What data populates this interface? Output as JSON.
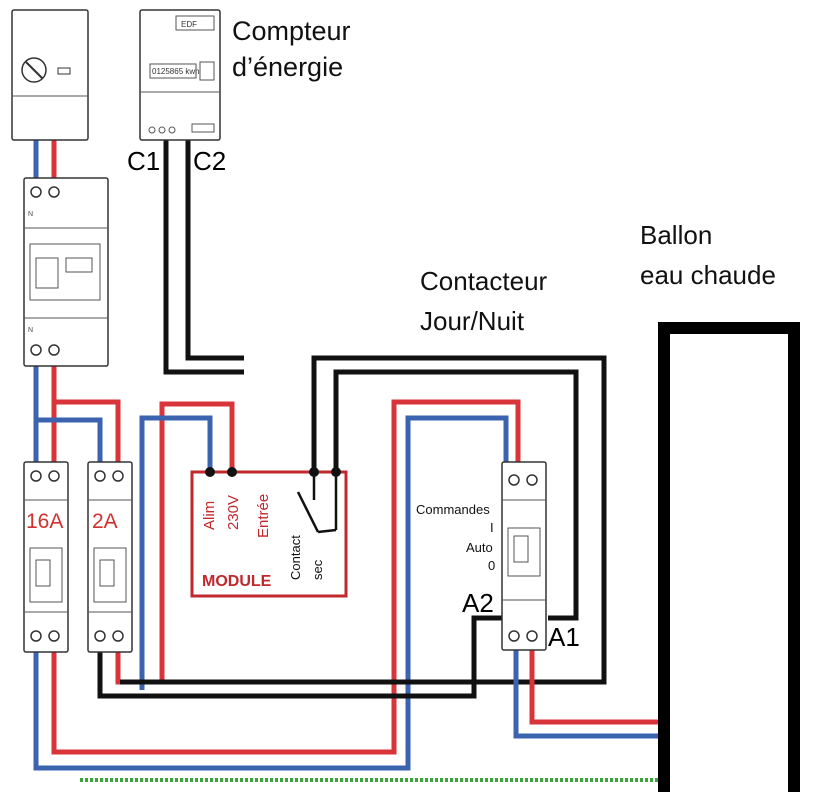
{
  "labels": {
    "meter_title_line1": "Compteur",
    "meter_title_line2": "d’énergie",
    "meter_brand": "EDF",
    "meter_display": "0125865 kwh",
    "c1": "C1",
    "c2": "C2",
    "tank_line1": "Ballon",
    "tank_line2": "eau chaude",
    "contactor_line1": "Contacteur",
    "contactor_line2": "Jour/Nuit",
    "breaker_16a": "16A",
    "breaker_2a": "2A",
    "module_name": "MODULE",
    "module_alim": "Alim",
    "module_230v": "230V",
    "module_entree": "Entrée",
    "module_contact": "Contact",
    "module_sec": "sec",
    "cmd_commandes": "Commandes",
    "cmd_i": "I",
    "cmd_auto": "Auto",
    "cmd_0": "0",
    "a1": "A1",
    "a2": "A2",
    "neutral_n": "N"
  },
  "colors": {
    "phase": "#d9343a",
    "neutral": "#3b63b0",
    "control": "#111111",
    "module": "#c0282c",
    "earth": "#3aa33a"
  }
}
